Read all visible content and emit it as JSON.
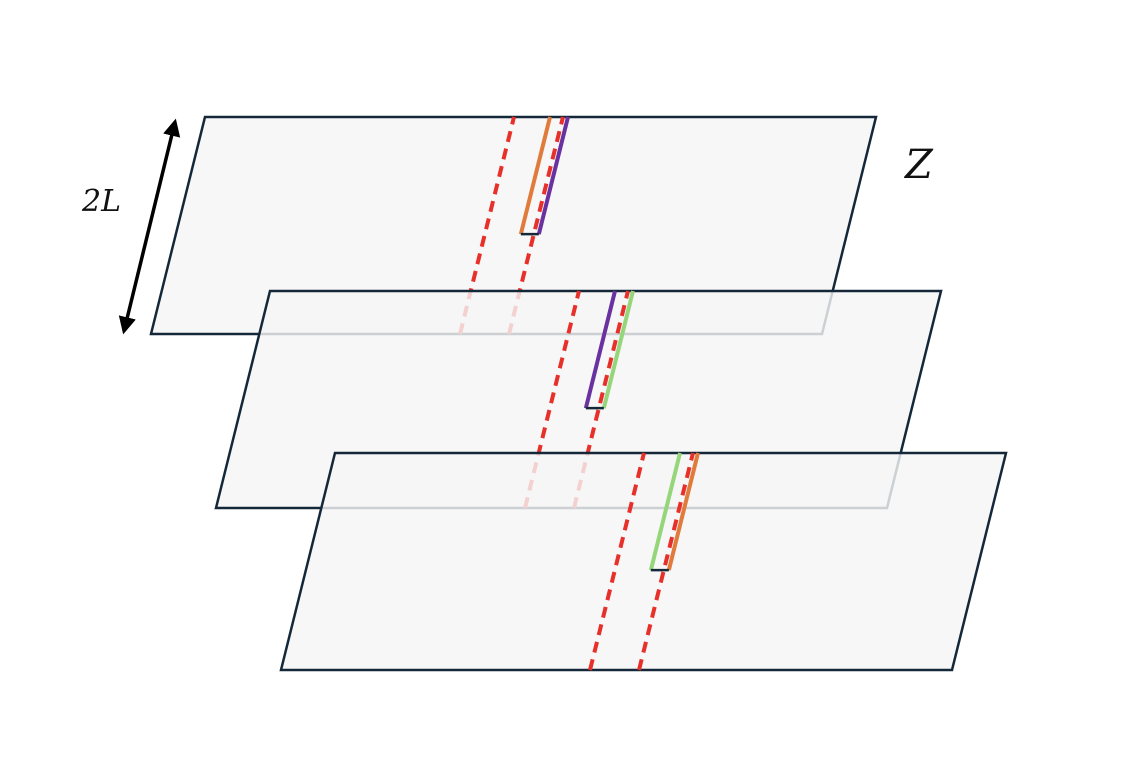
{
  "labels": {
    "length": "2L",
    "axis": "Z"
  },
  "colors": {
    "sheet_fill": "#f5f5f5",
    "sheet_edge": "#14283a",
    "boundary": "#e8302a",
    "orange": "#e07b3c",
    "purple": "#6a32a0",
    "green": "#96d67a",
    "arrow": "#000000"
  },
  "sheets": [
    {
      "name": "top-sheet",
      "left_strand": "orange",
      "right_strand": "purple"
    },
    {
      "name": "middle-sheet",
      "left_strand": "purple",
      "right_strand": "green"
    },
    {
      "name": "bottom-sheet",
      "left_strand": "green",
      "right_strand": "orange"
    }
  ]
}
